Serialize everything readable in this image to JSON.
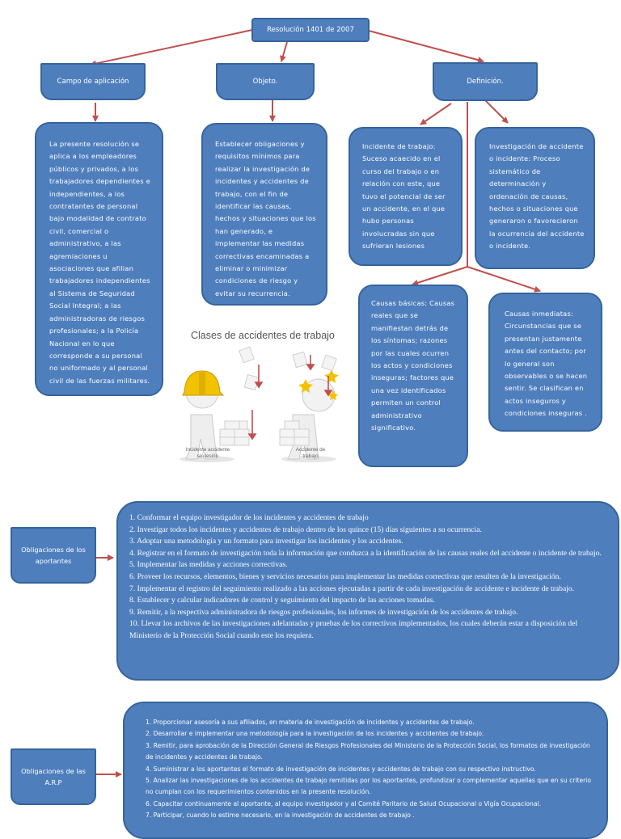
{
  "title": "Resolución 1401 de  2007",
  "branches": {
    "campo": "Campo de aplicación",
    "objeto": "Objeto.",
    "definicion": "Definición."
  },
  "campo_text": "La presente resolución se aplica a los empleadores públicos y privados, a los trabajadores dependientes e independientes, a los contratantes de personal bajo modalidad de contrato civil, comercial o administrativo,  a las agremiaciones u asociaciones que afilian trabajadores independientes al Sistema de Seguridad Social Integral; a las administradoras de riesgos profesionales; a la Policía Nacional en lo que corresponde a su personal no uniformado y al personal civil de las fuerzas militares.",
  "objeto_text": "Establecer obligaciones y requisitos mínimos para realizar la investigación de incidentes y accidentes de trabajo, con el fin de identificar las causas, hechos y situaciones que los han generado, e implementar las medidas correctivas encaminadas a eliminar o minimizar condiciones de riesgo y evitar su recurrencia.",
  "incidente_text": "Incidente de trabajo: Suceso acaecido en el curso del trabajo o en relación con este, que tuvo el potencial de ser un accidente, en el que hubo personas involucradas sin que sufrieran lesiones",
  "investigacion_text": "Investigación de accidente o incidente: Proceso sistemático de determinación y ordenación de causas, hechos o situaciones que generaron o favorecieron la ocurrencia del accidente o incidente.",
  "basicas_text": "Causas básicas: Causas reales que se manifiestan detrás de los síntomas; razones por las cuales ocurren los actos y condiciones inseguras; factores que una vez identificados permiten un control administrativo significativo.",
  "inmediatas_text": "Causas inmediatas: Circunstancias que se presentan justamente antes del contacto; por lo general son observables o se hacen sentir. Se clasifican en actos inseguros  y condiciones inseguras .",
  "image": {
    "title": "Clases de accidentes de trabajo",
    "caption_left": "Incidente accidente sin lesión",
    "caption_right": "Accidente de trabajo"
  },
  "aportantes": {
    "label": "Obligaciones de los aportantes",
    "items": [
      "1. Conformar el equipo investigador de los incidentes y accidentes de trabajo",
      "2. Investigar todos los incidentes y accidentes de trabajo dentro de los quince (15) días siguientes a su ocurrencia.",
      "3. Adoptar una metodología y un formato para investigar los incidentes y los accidentes.",
      "4. Registrar en el  formato de investigación  toda la información que conduzca a la identificación de las causas reales del accidente o incidente de trabajo.",
      " 5. Implementar las medidas y acciones  correctivas.",
      "6. Proveer los recursos, elementos, bienes y servicios necesarios para implementar las medidas correctivas que resulten de la investigación.",
      "7. Implementar el registro del seguimiento realizado a las acciones ejecutadas a partir de cada investigación de accidente e incidente de trabajo.",
      "8. Establecer y calcular indicadores de control y seguimiento del impacto de las acciones tomadas.",
      "9. Remitir, a la respectiva administradora de riesgos profesionales, los informes de investigación de los accidentes de trabajo.",
      "10. Llevar los archivos de las investigaciones adelantadas y pruebas de los correctivos implementados, los cuales deberán estar a disposición del Ministerio de la Protección Social cuando este los requiera."
    ]
  },
  "arp": {
    "label": "Obligaciones de las A.R.P",
    "items": [
      "1. Proporcionar asesoría a sus afiliados, en materia de investigación de incidentes y accidentes de trabajo.",
      "2. Desarrollar e implementar una metodología para la investigación de los incidentes y accidentes de trabajo.",
      "3. Remitir, para aprobación de la Dirección General de Riesgos Profesionales del Ministerio de la Protección Social, los formatos de investigación de incidentes y accidentes de trabajo.",
      "4. Suministrar a los aportantes el formato de investigación de incidentes y accidentes de trabajo con su respectivo instructivo.",
      "5. Analizar las investigaciones de los accidentes de trabajo remitidas por los aportantes, profundizar o complementar aquellas que en su criterio no cumplan con los requerimientos contenidos en la presente resolución.",
      "6. Capacitar continuamente al aportante, al equipo investigador y al Comité Paritario de Salud Ocupacional o Vigía Ocupacional.",
      "7. Participar, cuando lo estime necesario, en la investigación de accidentes de trabajo ."
    ]
  },
  "colors": {
    "box": "#4f7ebd",
    "border": "#36649c",
    "connector": "#c0504d"
  }
}
